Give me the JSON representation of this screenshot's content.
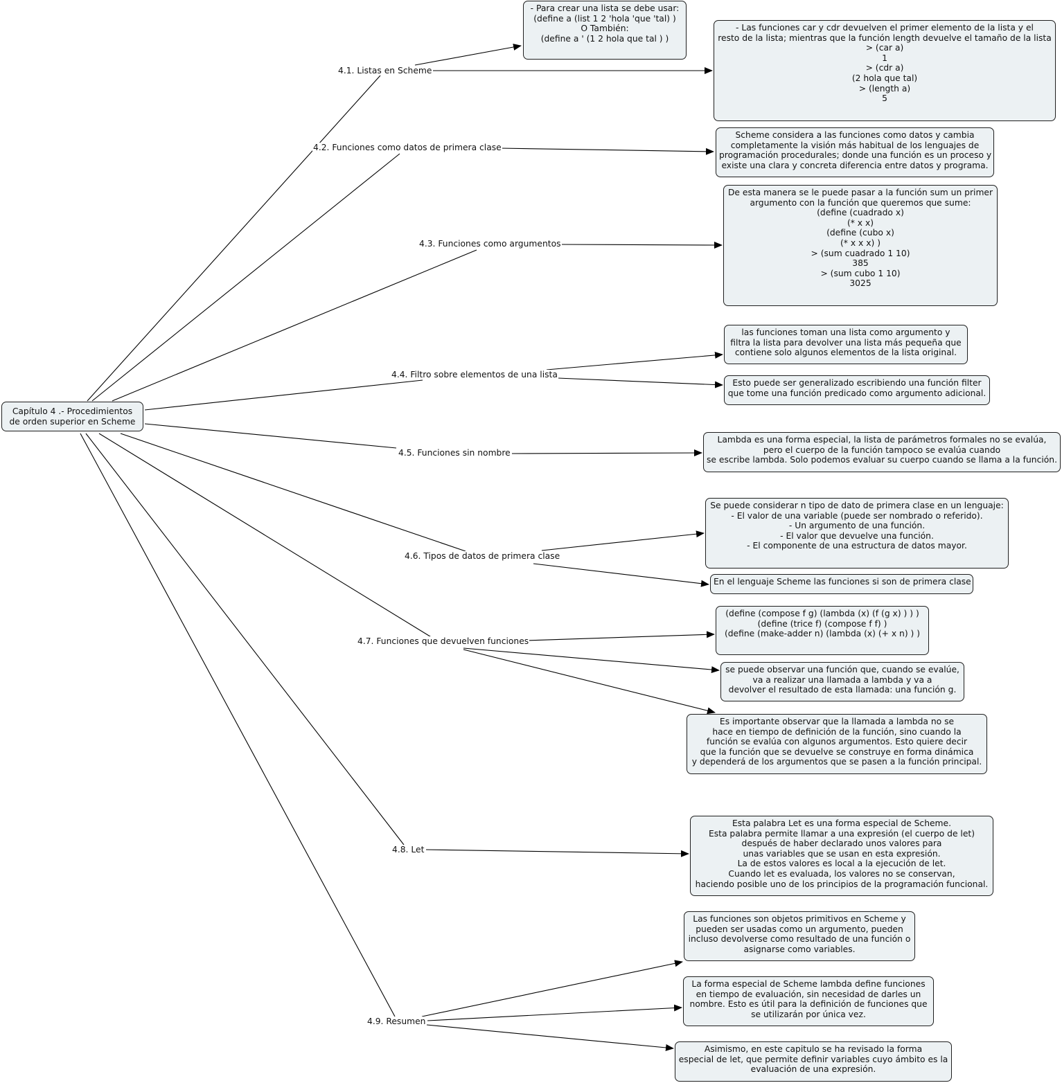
{
  "root": "Capítulo 4 .- Procedimientos de orden superior en Scheme",
  "topics": [
    {
      "id": "t1",
      "label": "4.1. Listas en Scheme",
      "notes": [
        "- Para crear una lista se debe usar:\n(define a (list 1 2 'hola 'que 'tal) )\nO También:\n(define a ' (1 2 hola que tal ) )",
        "- Las funciones car y cdr devuelven el primer elemento de la lista y el\nresto de la lista; mientras que la función length devuelve el tamaño de la lista\n> (car a)\n1\n> (cdr a)\n(2 hola que tal)\n> (length a)\n5"
      ]
    },
    {
      "id": "t2",
      "label": "4.2. Funciones como datos de primera clase",
      "notes": [
        "Scheme considera a las funciones como datos y cambia\ncompletamente la visión más habitual de los lenguajes de\nprogramación procedurales; donde una función es un proceso y\nexiste una clara y concreta diferencia entre datos y programa."
      ]
    },
    {
      "id": "t3",
      "label": "4.3. Funciones como argumentos",
      "notes": [
        "De esta manera se le puede pasar a la función sum un primer\nargumento con la función que queremos que sume:\n(define (cuadrado x)\n(* x x)\n(define (cubo x)\n(* x x x) )\n> (sum cuadrado 1 10)\n385\n> (sum cubo 1 10)\n3025"
      ]
    },
    {
      "id": "t4",
      "label": "4.4. Filtro sobre elementos de una lista",
      "notes": [
        "las funciones toman una lista como argumento y\nfiltra la lista para devolver una lista más pequeña que\ncontiene solo algunos elementos de la lista original.",
        "Esto puede ser generalizado escribiendo una función filter\nque tome una función predicado como argumento adicional."
      ]
    },
    {
      "id": "t5",
      "label": "4.5. Funciones sin nombre",
      "notes": [
        "Lambda es una forma especial, la lista de parámetros formales no se evalúa,\npero el cuerpo de la función tampoco se evalúa cuando\nse escribe lambda. Solo podemos evaluar su cuerpo cuando se llama a la función."
      ]
    },
    {
      "id": "t6",
      "label": "4.6. Tipos de datos de primera clase",
      "notes": [
        "Se puede considerar n tipo de dato de primera clase en un lenguaje:\n- El valor de una variable (puede ser nombrado o referido).\n- Un argumento de una función.\n- El valor que devuelve una función.\n- El componente de una estructura de datos mayor.",
        "En el lenguaje Scheme las funciones si son de primera clase"
      ]
    },
    {
      "id": "t7",
      "label": "4.7. Funciones que devuelven funciones",
      "notes": [
        "(define (compose f g) (lambda (x) (f (g x) ) ) )\n(define (trice f) (compose f f) )\n(define (make-adder n) (lambda (x) (+ x n) ) )",
        "se puede observar una función que, cuando se evalúe,\nva a realizar una llamada a lambda y va a\ndevolver el resultado de esta llamada: una función g.",
        "Es importante observar que la llamada a lambda no se\nhace en tiempo de definición de la función, sino cuando la\nfunción se evalúa con algunos argumentos. Esto quiere decir\nque la función que se devuelve se construye en forma dinámica\ny dependerá de los argumentos que se pasen a la función principal."
      ]
    },
    {
      "id": "t8",
      "label": "4.8. Let",
      "notes": [
        "Esta palabra Let es una forma especial de Scheme.\nEsta palabra permite llamar a una expresión (el cuerpo de let)\ndespués de haber declarado unos valores para\nunas variables que se usan en esta expresión.\nLa de estos valores es local a la ejecución de let.\nCuando let es evaluada, los valores no se conservan,\nhaciendo posible uno de los principios de la programación funcional."
      ]
    },
    {
      "id": "t9",
      "label": "4.9. Resumen",
      "notes": [
        "Las funciones son objetos primitivos en Scheme y\npueden ser usadas como un argumento, pueden\nincluso devolverse como resultado de una función o\nasignarse como variables.",
        "La forma especial de Scheme lambda define funciones\nen tiempo de evaluación, sin necesidad de darles un\nnombre. Esto es útil para la definición de funciones que\nse utilizarán por única vez.",
        "Asimismo, en este capitulo se ha revisado la forma\nespecial de let, que permite definir variables cuyo ámbito es la\nevaluación de una expresión."
      ]
    }
  ]
}
